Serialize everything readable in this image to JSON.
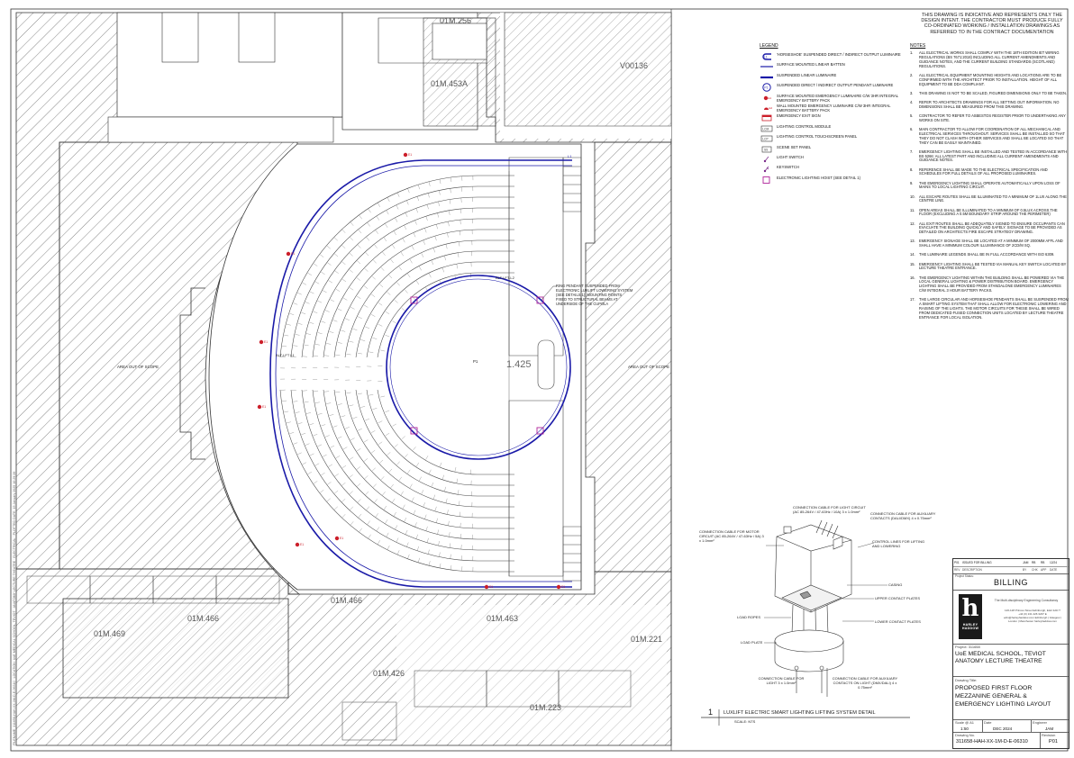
{
  "drawing": {
    "rooms": {
      "main": "1.425",
      "top_left": "01M.453A",
      "top_center": "01M.256",
      "top_right": "V00136",
      "bottom_a": "01M.469",
      "bottom_b": "01M.466",
      "bottom_c": "01M.466",
      "bottom_d": "01M.463",
      "bottom_e": "01M.221",
      "bottom_f": "01M.426",
      "bottom_g": "01M.223"
    },
    "area_out_of_scope_left": "AREA OUT OF SCOPE",
    "area_out_of_scope_right": "AREA OUT OF SCOPE",
    "luminaire_labels": {
      "l1_top": "L1",
      "l1_mid": "L1",
      "alt_lft_l2": "ALT-LFT-L2",
      "alt_lft_l1": "ALT-LFT L1",
      "p1": "P1"
    },
    "annotation_ring": "RING PENDANT SUSPENDED FROM ELECTRONIC LUXLIFT LOWERING SYSTEM (SEE DETAILS 1). MOUNTING POINTS FIXED TO STRUCTURAL BEAMS AT UNDERSIDE OF THE CUPOLA",
    "emergency_labels": [
      "E1",
      "E1",
      "E1",
      "E1",
      "E1",
      "E1",
      "E1",
      "E1"
    ],
    "side_strip": "FILENAME: 311658-HAH-XX-1M-D-E-06310 · LOCATION: UoE MEDICAL SCHOOL, TEVIOT · ANATOMY LECTURE THEATRE · ELECTRICAL · PLOTTED DATE: 15 January 2025 10:29:39"
  },
  "disclaimer": "THIS DRAWING IS INDICATIVE AND REPRESENTS ONLY THE DESIGN INTENT. THE CONTRACTOR MUST PRODUCE FULLY CO-ORDINATED WORKING / INSTALLATION DRAWINGS AS REFERRED TO IN THE CONTRACT DOCUMENTATION",
  "legend": {
    "title": "LEGEND",
    "items": [
      {
        "code": "L1",
        "text": "'HORSESHOE' SUSPENDED DIRECT / INDIRECT OUTPUT LUMINAIRE"
      },
      {
        "code": "L2",
        "text": "SURFACE MOUNTED LINEAR BATTEN"
      },
      {
        "code": "L3",
        "text": "SUSPENDED LINEAR LUMINAIRE"
      },
      {
        "code": "P1",
        "text": "SUSPENDED DIRECT / INDIRECT OUTPUT PENDANT LUMINAIRE"
      },
      {
        "code": "E1",
        "text": "SURFACE MOUNTED EMERGENCY LUMINAIRE C/W 3HR INTEGRAL EMERGENCY BATTERY PACK"
      },
      {
        "code": "E2",
        "text": "WALL MOUNTED EMERGENCY LUMINAIRE C/W 3HR INTEGRAL EMERGENCY BATTERY PACK"
      },
      {
        "code": "EXIT",
        "text": "EMERGENCY EXIT SIGN"
      },
      {
        "code": "LCM",
        "text": "LIGHTING CONTROL MODULE"
      },
      {
        "code": "LCP",
        "text": "LIGHTING CONTROL TOUCHSCREEN PANEL"
      },
      {
        "code": "SS",
        "text": "SCENE SET PANEL"
      },
      {
        "code": "LS",
        "text": "LIGHT SWITCH"
      },
      {
        "code": "KS",
        "text": "KEYSWITCH"
      },
      {
        "code": "HOIST",
        "text": "ELECTRONIC LIGHTING HOIST (SEE DETAIL 1)"
      }
    ]
  },
  "notes": {
    "title": "NOTES",
    "items": [
      "ALL ELECTRICAL WORKS SHALL COMPLY WITH THE 18TH EDITION IET WIRING REGULATIONS (BS 7671:2018) INCLUDING ALL CURRENT AMENDMENTS AND GUIDANCE NOTES, AND THE CURRENT BUILDING STANDARDS (SCOTLAND) REGULATIONS.",
      "ALL ELECTRICAL EQUIPMENT MOUNTING HEIGHTS AND LOCATIONS ARE TO BE CONFIRMED WITH THE ARCHITECT PRIOR TO INSTALLATION. HEIGHT OF ALL EQUIPMENT TO BE DDA COMPLIANT.",
      "THIS DRAWING IS NOT TO BE SCALED, FIGURED DIMENSIONS ONLY TO BE TAKEN.",
      "REFER TO ARCHITECTS DRAWINGS FOR ALL SETTING OUT INFORMATION. NO DIMENSIONS SHALL BE MEASURED FROM THIS DRAWING.",
      "CONTRACTOR TO REFER TO ASBESTOS REGISTER PRIOR TO UNDERTAKING ANY WORKS ON SITE.",
      "MAIN CONTRACTOR TO ALLOW FOR COORDINATION OF ALL MECHANICAL AND ELECTRICAL SERVICES THROUGHOUT. SERVICES SHALL BE INSTALLED SO THAT THEY DO NOT CLASH WITH OTHER SERVICES AND SHALL BE LOCATED SO THAT THEY CAN BE EASILY MAINTAINED.",
      "EMERGENCY LIGHTING SHALL BE INSTALLED AND TESTED IN ACCORDANCE WITH BS 5266: ALL LATEST PART AND INCLUDING ALL CURRENT AMENDMENTS AND GUIDANCE NOTES.",
      "REFERENCE SHALL BE MADE TO THE ELECTRICAL SPECIFICATION AND SCHEDULES FOR FULL DETAILS OF ALL PROPOSED LUMINAIRES.",
      "THE EMERGENCY LIGHTING SHALL OPERATE AUTOMATICALLY UPON LOSS OF MAINS TO LOCAL LIGHTING CIRCUIT.",
      "ALL ESCAPE ROUTES SHALL BE ILLUMINATED TO A MINIMUM OF 1LUX ALONG THE CENTRE LINE.",
      "OPEN AREAS SHALL BE ILLUMINATED TO A MINIMUM OF 0.5LUX ACROSS THE FLOOR (EXCLUDING A 0.5M BOUNDARY STRIP AROUND THE PERIMETER)",
      "ALL EXIT ROUTES SHALL BE ADEQUATELY SIGNED TO ENSURE OCCUPANTS CAN EVACUATE THE BUILDING QUICKLY AND SAFELY. SIGNAGE TO BE PROVIDED AS DETAILED ON ARCHITECTS FIRE ESCAPE STRATEGY DRAWING.",
      "EMERGENCY SIGNAGE SHALL BE LOCATED AT A MINIMUM OF 2000MM AFFL AND SHALL HAVE A MINIMUM COLOUR ILLUMINANCE OF 2CD/M SQ.",
      "THE LUMINAIRE LEGENDS SHALL BE IN FULL ACCORDANCE WITH ISO 6309.",
      "EMERGENCY LIGHTING SHALL BE TESTED VIA MANUAL KEY SWITCH LOCATED BY LECTURE THEATRE ENTRANCE.",
      "THE EMERGENCY LIGHTING WITHIN THE BUILDING SHALL BE POWERED VIA THE LOCAL GENERAL LIGHTING & POWER DISTRIBUTION BOARD. EMERGENCY LIGHTING SHALL BE PROVIDED FROM STANDALONE EMERGENCY LUMINAIRES C/W INTEGRAL 3 HOUR BATTERY PACKS.",
      "THE LARGE CIRCULAR AND HORSESHOE PENDANTS SHALL BE SUSPENDED FROM A SMART LIFTING SYSTEM THAT SHALL ALLOW FOR ELECTRONIC LOWERING AND RAISING OF THE LIGHTS. THE MOTOR CIRCUITS FOR THESE SHALL BE WIRED FROM DEDICATED FUSED CONNECTION UNITS LOCATED BY LECTURE THEATRE ENTRANCE FOR LOCAL ISOLATION."
    ]
  },
  "detail": {
    "number": "1",
    "title": "LUXLIFT ELECTRIC SMART LIGHTING LIFTING SYSTEM DETAIL",
    "scale": "SCALE: NTS",
    "labels": {
      "light_circuit": "CONNECTION CABLE FOR LIGHT CIRCUIT (AC 85-264V / 47-63Hz / 10A) 3 x 1.0mm²",
      "aux_contacts": "CONNECTION CABLE FOR AUXILIARY CONTACTS (DALI/DMX) 4 x 0.75mm²",
      "motor_circuit": "CONNECTION CABLE FOR MOTOR CIRCUIT (AC 85-264V / 47-63Hz / 5A) 3 x 1.0mm²",
      "control_lines": "CONTROL LINES FOR LIFTING AND LOWERING",
      "casing": "CASING",
      "upper_plates": "UPPER CONTACT PLATES",
      "lower_plates": "LOWER CONTACT PLATES",
      "load_ropes": "LOAD ROPES",
      "load_plate": "LOAD PLATE",
      "cable_light": "CONNECTION CABLE FOR LIGHT 3 x 1.0mm²",
      "cable_aux": "CONNECTION CABLE FOR AUXILIARY CONTACTS ON LIGHT (DMX/DALI) 4 x 0.75mm²"
    }
  },
  "title_block": {
    "rev_row": {
      "rev": "P01",
      "desc": "ISSUED FOR BILLING",
      "by": "JAM",
      "chk": "RB",
      "app": "RB",
      "date": "12/24"
    },
    "rev_headers": {
      "rev": "REV",
      "desc": "DESCRIPTION",
      "by": "BY",
      "chk": "CHK",
      "app": "APP",
      "date": "DATE"
    },
    "status_label": "Project Status:",
    "status": "BILLING",
    "company_tagline": "The Multi-disciplinary Engineering Consultancy",
    "company_address": "126-128 Princes Street Edinburgh, EH2 4AD T +44 (0) 131 226 3237 E edin@harleyhaddow.com Edinburgh | Glasgow | London | Manchester harleyhaddow.com",
    "logo_text": "HARLEY HADDOW",
    "logo_mark": "h",
    "project_label": "Project:",
    "project_no": "311658",
    "project_name": "UoE MEDICAL SCHOOL, TEVIOT ANATOMY LECTURE THEATRE",
    "drawing_title_label": "Drawing Title:",
    "drawing_title": "PROPOSED FIRST FLOOR MEZZANINE GENERAL & EMERGENCY LIGHTING LAYOUT",
    "scale_label": "Scale @ A1",
    "scale": "1:50",
    "date_label": "Date",
    "date": "DEC 2024",
    "engineer_label": "Engineer",
    "engineer": "JAM",
    "drawing_no_label": "Drawing No.",
    "drawing_no": "311658-HAH-XX-1M-D-E-06310",
    "revision_label": "Revision",
    "revision": "P01"
  },
  "colors": {
    "luminaire_blue": "#1a1aa8",
    "emergency_red": "#cc1f2a",
    "hoist_magenta": "#b0239a",
    "line": "#333333"
  }
}
